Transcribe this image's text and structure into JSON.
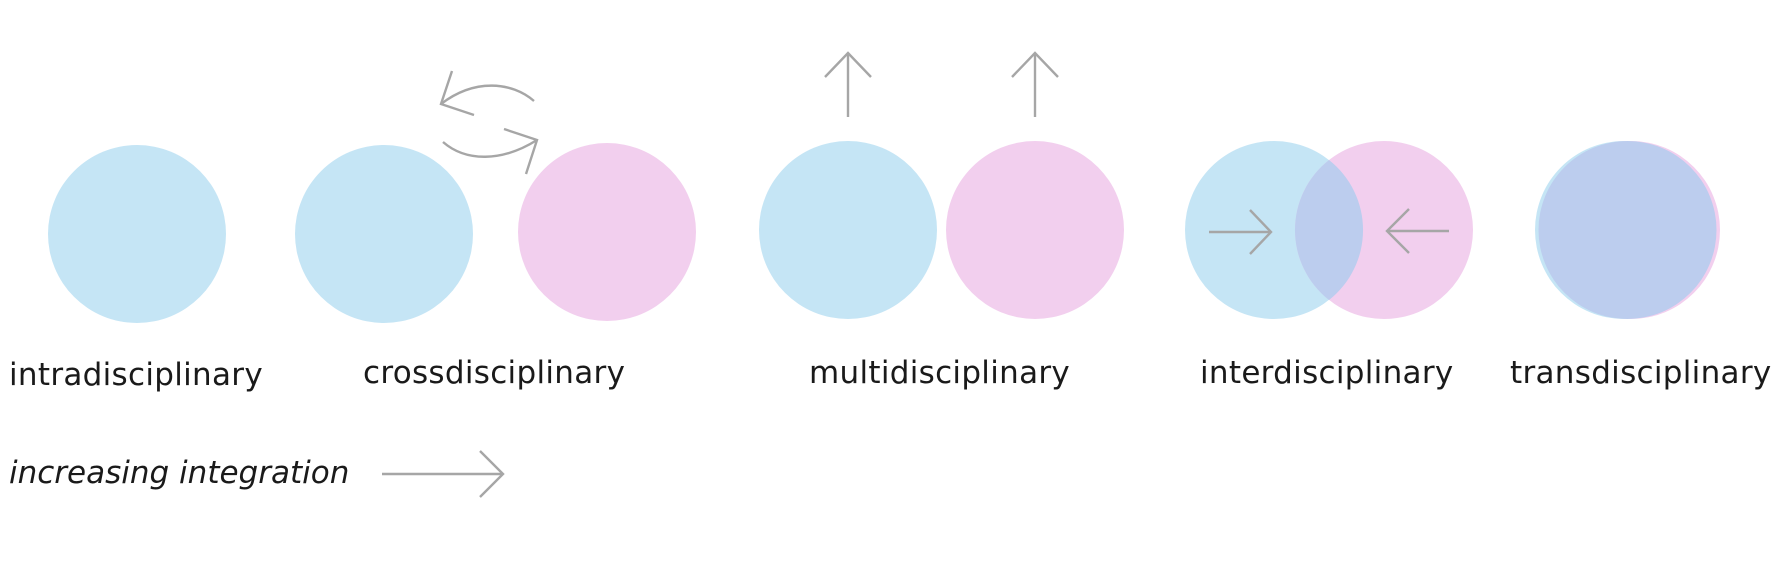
{
  "colors": {
    "blue": "#c5e5f5",
    "pink": "#f2cfee",
    "overlap": "#bccdee",
    "arrow": "#a6a6a6",
    "text": "#1a1a1a"
  },
  "stages": [
    {
      "label": "intradisciplinary"
    },
    {
      "label": "crossdisciplinary"
    },
    {
      "label": "multidisciplinary"
    },
    {
      "label": "interdisciplinary"
    },
    {
      "label": "transdisciplinary"
    }
  ],
  "integration": {
    "label": "increasing integration"
  },
  "icons": [
    "rotate-arrows-icon",
    "up-arrow-icon",
    "right-arrow-icon",
    "left-arrow-icon"
  ]
}
